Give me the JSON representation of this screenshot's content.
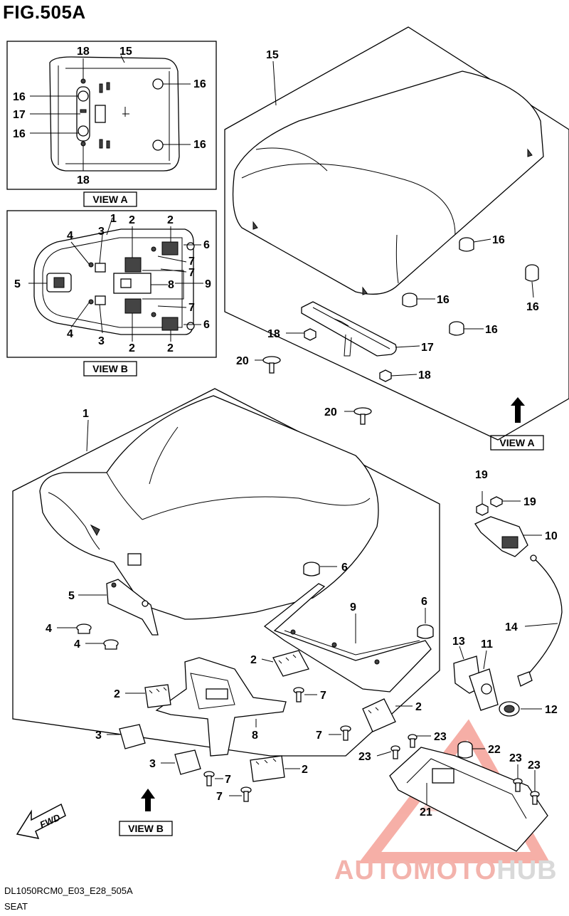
{
  "figure": {
    "title": "FIG.505A",
    "code": "DL1050RCM0_E03_E28_505A",
    "name": "SEAT"
  },
  "views": {
    "view_a_label": "VIEW A",
    "view_b_label": "VIEW B",
    "fwd_label": "FWD"
  },
  "callouts": {
    "inset_a": [
      "18",
      "15",
      "16",
      "17",
      "16",
      "16",
      "16",
      "18"
    ],
    "inset_b": [
      "1",
      "2",
      "2",
      "3",
      "4",
      "6",
      "7",
      "7",
      "5",
      "8",
      "9",
      "4",
      "3",
      "7",
      "6",
      "2",
      "2"
    ],
    "main": [
      "15",
      "16",
      "16",
      "16",
      "16",
      "18",
      "17",
      "20",
      "18",
      "20",
      "1",
      "6",
      "6",
      "9",
      "5",
      "4",
      "4",
      "2",
      "2",
      "7",
      "2",
      "3",
      "7",
      "8",
      "3",
      "7",
      "2",
      "7",
      "19",
      "19",
      "10",
      "14",
      "13",
      "11",
      "12",
      "23",
      "22",
      "23",
      "23",
      "23",
      "21"
    ]
  },
  "watermark": {
    "part1": "AUTOMOTO",
    "part2": "HUB"
  }
}
